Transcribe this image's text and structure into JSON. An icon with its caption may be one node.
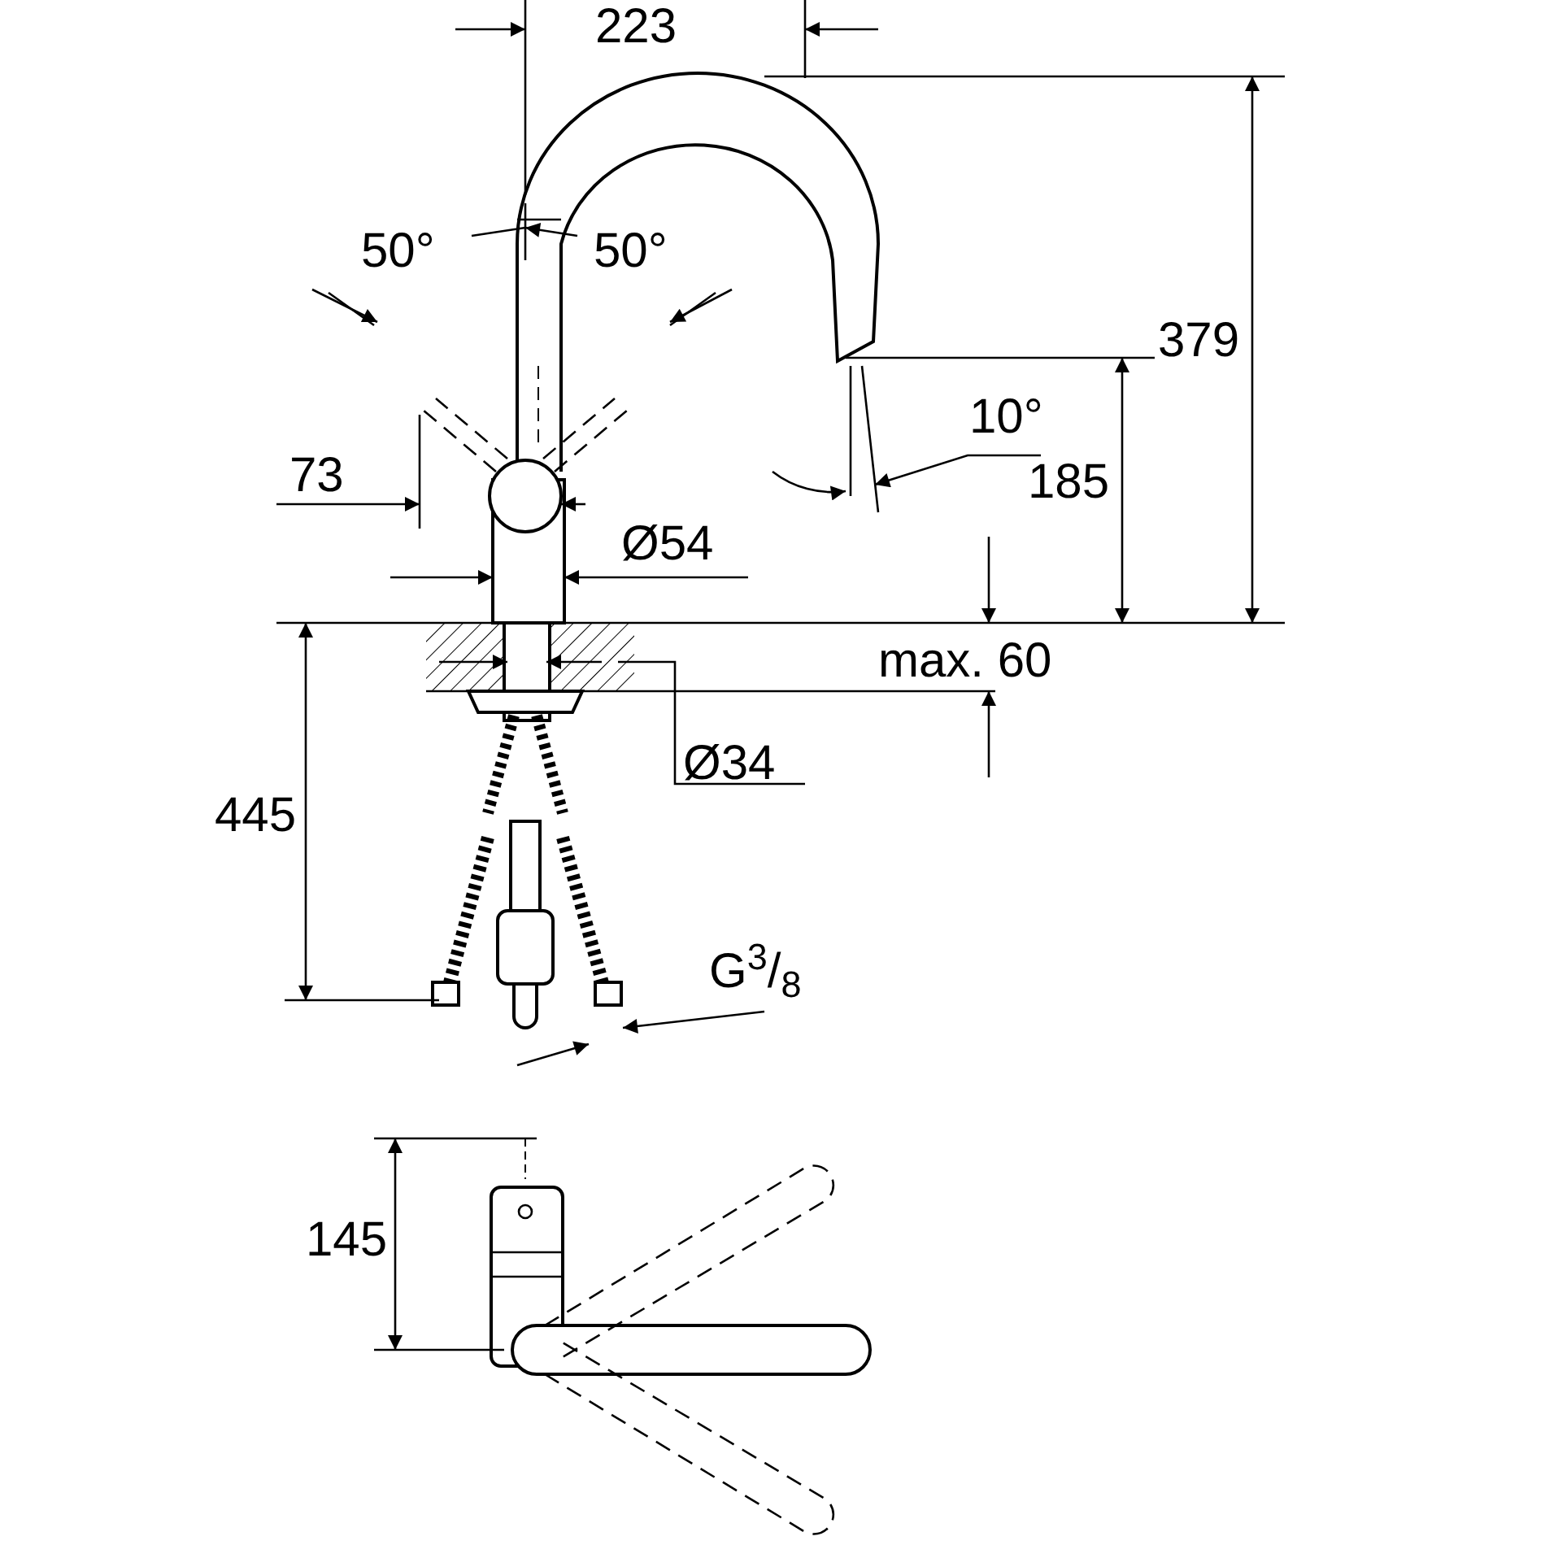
{
  "diagram": {
    "labels": [
      "223",
      "50°",
      "50°",
      "379",
      "10°",
      "73",
      "185",
      "Ø54",
      "max. 60",
      "Ø34",
      "445",
      "G$^{3}$/$_{8}$",
      "145"
    ]
  }
}
